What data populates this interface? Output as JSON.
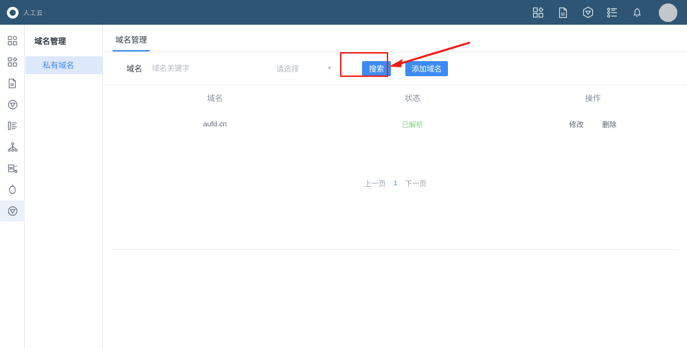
{
  "topbar": {
    "brand_name": "人工云",
    "icons": [
      {
        "name": "apps-icon"
      },
      {
        "name": "document-icon"
      },
      {
        "name": "cube-icon"
      },
      {
        "name": "list-icon"
      },
      {
        "name": "bell-icon"
      }
    ],
    "avatar_label": ""
  },
  "rail": {
    "items": [
      {
        "name": "dashboard-icon"
      },
      {
        "name": "apps-grid-icon"
      },
      {
        "name": "document-icon"
      },
      {
        "name": "globe-icon"
      },
      {
        "name": "server-list-icon"
      },
      {
        "name": "network-topology-icon"
      },
      {
        "name": "database-icon"
      },
      {
        "name": "shield-icon"
      },
      {
        "name": "globe-active-icon"
      }
    ]
  },
  "sidebar": {
    "title": "域名管理",
    "items": [
      {
        "label": "私有域名",
        "active": true
      }
    ]
  },
  "main": {
    "tabs": [
      {
        "label": "域名管理",
        "active": true
      }
    ],
    "filter": {
      "domain_label": "域名",
      "domain_placeholder": "域名关键字",
      "domain_value": "",
      "select_value": "请选择",
      "search_label": "搜索",
      "add_label": "添加域名"
    },
    "table": {
      "headers": [
        "域名",
        "状态",
        "操作"
      ],
      "rows": [
        {
          "domain": "aufd.cn",
          "status": "已解析",
          "actions": [
            "修改",
            "删除"
          ]
        }
      ]
    },
    "pagination": {
      "prev_label": "上一页",
      "current_page": "1",
      "next_label": "下一页"
    }
  },
  "annotation": {
    "highlight_color": "#ef1c17",
    "target": "添加域名"
  }
}
